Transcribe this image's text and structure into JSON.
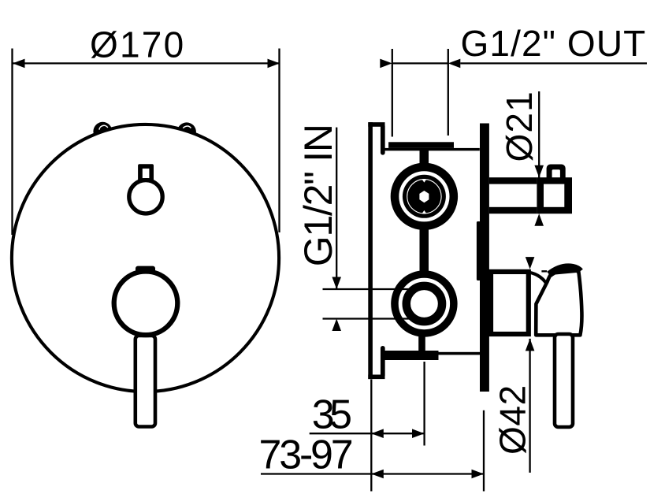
{
  "drawing": {
    "type": "technical dimension drawing",
    "subject": "concealed single-lever shower mixer with diverter - front view and side installation view",
    "line_color": "#000000",
    "background_color": "#ffffff",
    "labels": {
      "plate_diameter": "Ø170",
      "outlet_label": "G1/2\" OUT",
      "inlet_label": "G1/2\" IN",
      "outlet_connector_diameter": "Ø21",
      "handle_base_diameter": "Ø42",
      "outlet_offset": "35",
      "installation_depth_range": "73-97"
    }
  }
}
